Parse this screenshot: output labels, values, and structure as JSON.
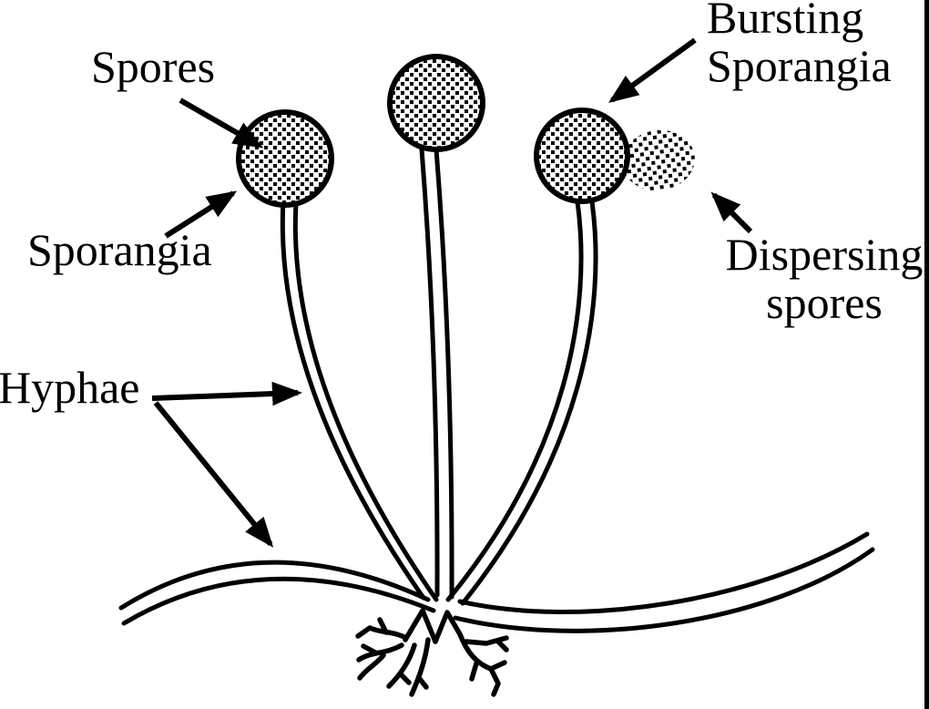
{
  "labels": {
    "spores": "Spores",
    "sporangia": "Sporangia",
    "bursting_line1": "Bursting",
    "bursting_line2": "Sporangia",
    "dispersing_line1": "Dispersing",
    "dispersing_line2": "spores",
    "hyphae": "Hyphae"
  },
  "colors": {
    "ink": "#000000",
    "background": "#ffffff",
    "right_edge_border": "#000000"
  }
}
